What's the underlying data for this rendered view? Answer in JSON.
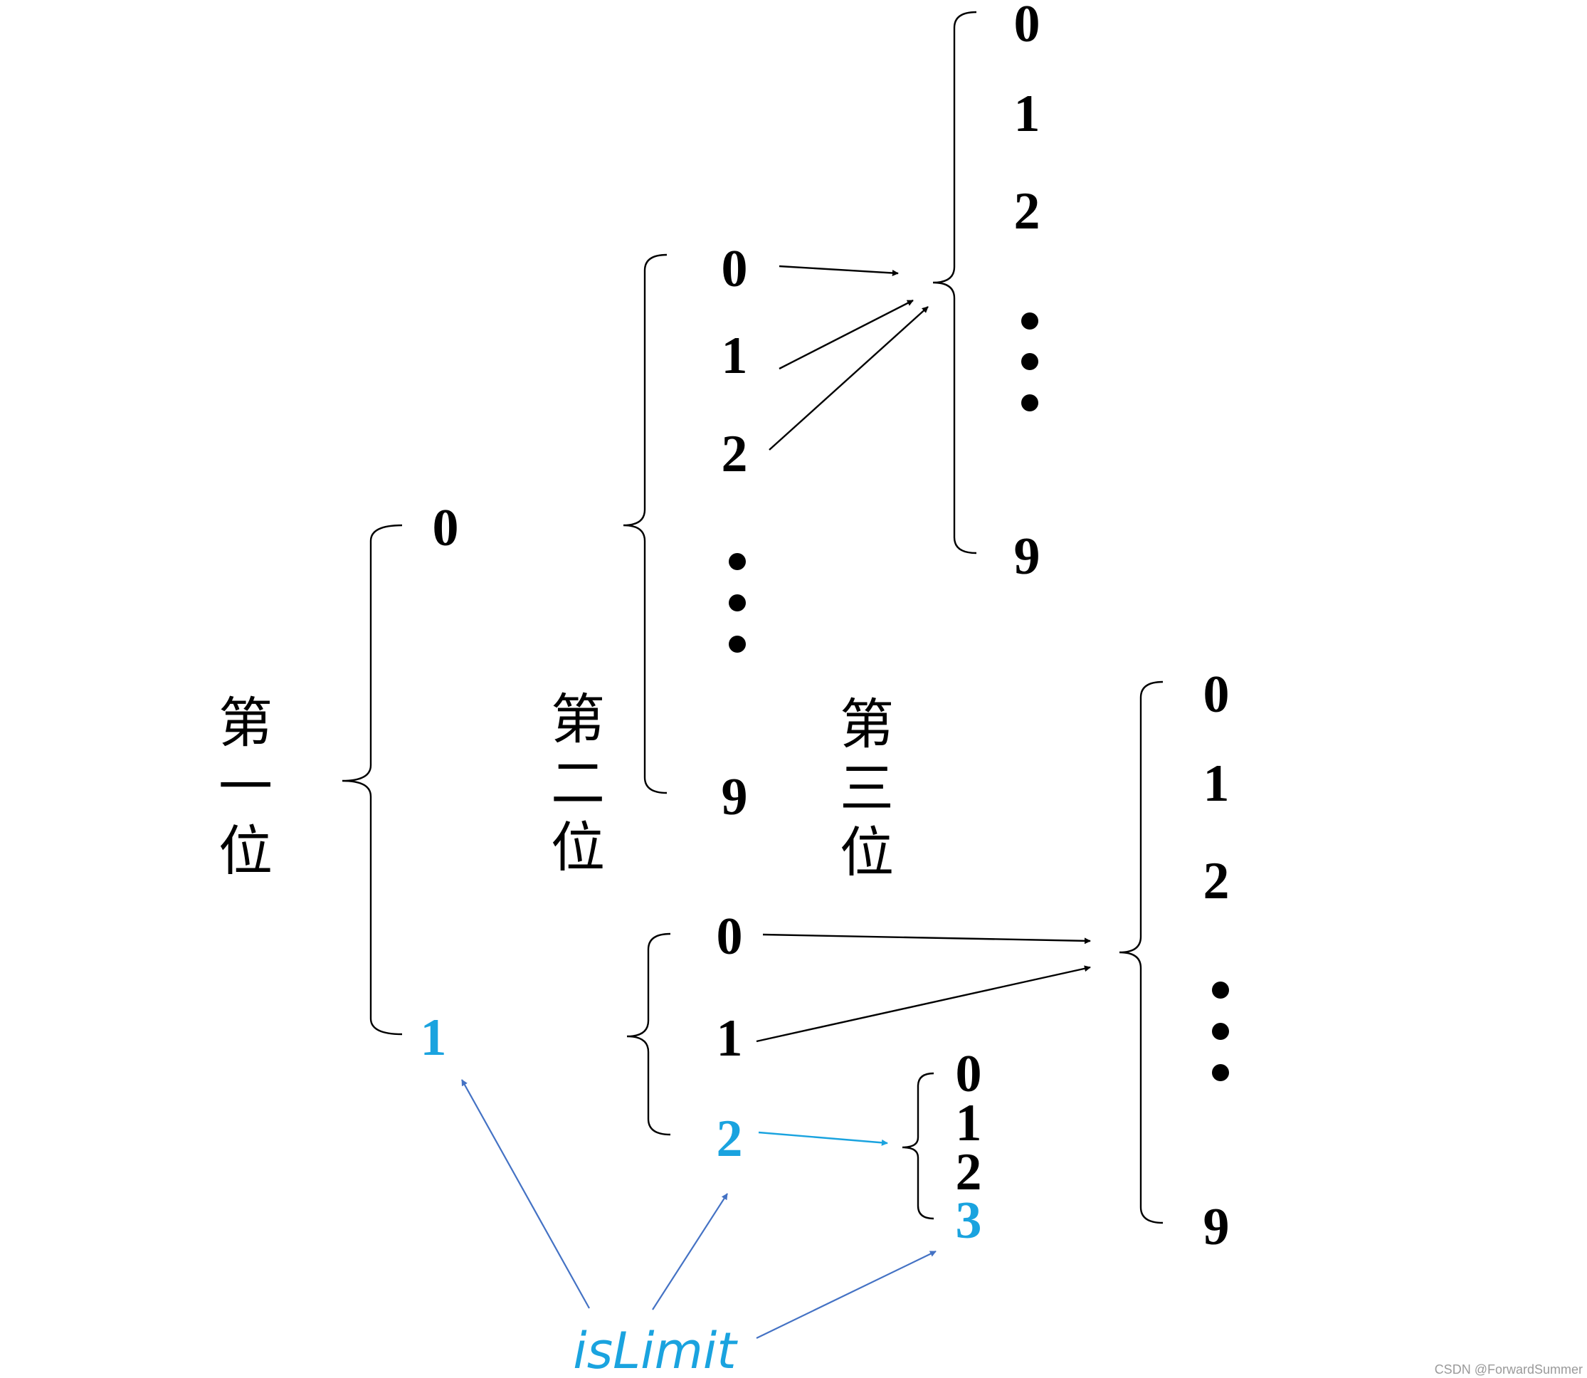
{
  "colors": {
    "ink": "#000000",
    "highlight": "#1aa3df",
    "connector_blue": "#4472c4"
  },
  "position_labels": {
    "first": [
      "第",
      "一",
      "位"
    ],
    "second": [
      "第",
      "二",
      "位"
    ],
    "third": [
      "第",
      "三",
      "位"
    ]
  },
  "first_digit": {
    "options": [
      "0",
      "1"
    ]
  },
  "second_digit_under_0": {
    "options": [
      "0",
      "1",
      "2",
      "9"
    ]
  },
  "third_digit_under_0": {
    "options": [
      "0",
      "1",
      "2",
      "9"
    ]
  },
  "second_digit_under_1": {
    "options": [
      "0",
      "1",
      "2"
    ]
  },
  "third_digit_under_1_free": {
    "options": [
      "0",
      "1",
      "2",
      "9"
    ]
  },
  "third_digit_under_1_2": {
    "options": [
      "0",
      "1",
      "2",
      "3"
    ]
  },
  "highlighted_digits": [
    "1",
    "2",
    "3"
  ],
  "limit_flag": "isLimit",
  "watermark": "CSDN @ForwardSummer"
}
